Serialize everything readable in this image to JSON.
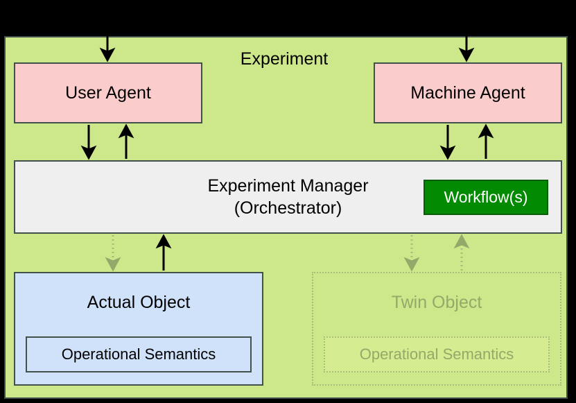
{
  "diagram": {
    "title": "Experiment",
    "background_color": "#000000",
    "panel_color": "#cde88a",
    "nodes": {
      "user_agent": {
        "label": "User Agent",
        "color": "#fbcccc"
      },
      "machine_agent": {
        "label": "Machine Agent",
        "color": "#fbcccc"
      },
      "experiment_manager": {
        "label_line1": "Experiment Manager",
        "label_line2": "(Orchestrator)",
        "color": "#efefef"
      },
      "workflows": {
        "label": "Workflow(s)",
        "color": "#028a02",
        "text_color": "#ffffff"
      },
      "actual_object": {
        "label": "Actual Object",
        "color": "#cfe2fa",
        "inner_label": "Operational Semantics"
      },
      "twin_object": {
        "label": "Twin Object",
        "color": "#d6ec90",
        "text_color": "#93a96a",
        "inner_label": "Operational Semantics"
      }
    },
    "edges": [
      {
        "name": "into-user-agent",
        "style": "solid",
        "direction": "down"
      },
      {
        "name": "into-machine-agent",
        "style": "solid",
        "direction": "down"
      },
      {
        "name": "user-agent-to-manager",
        "style": "solid",
        "direction": "down"
      },
      {
        "name": "manager-to-user-agent",
        "style": "solid",
        "direction": "up"
      },
      {
        "name": "machine-agent-to-manager",
        "style": "solid",
        "direction": "down"
      },
      {
        "name": "manager-to-machine-agent",
        "style": "solid",
        "direction": "up"
      },
      {
        "name": "manager-to-actual-object",
        "style": "dotted",
        "direction": "down"
      },
      {
        "name": "actual-object-to-manager",
        "style": "solid",
        "direction": "up"
      },
      {
        "name": "manager-to-twin-object",
        "style": "dotted",
        "direction": "down"
      },
      {
        "name": "twin-object-to-manager",
        "style": "dotted",
        "direction": "up"
      }
    ]
  }
}
